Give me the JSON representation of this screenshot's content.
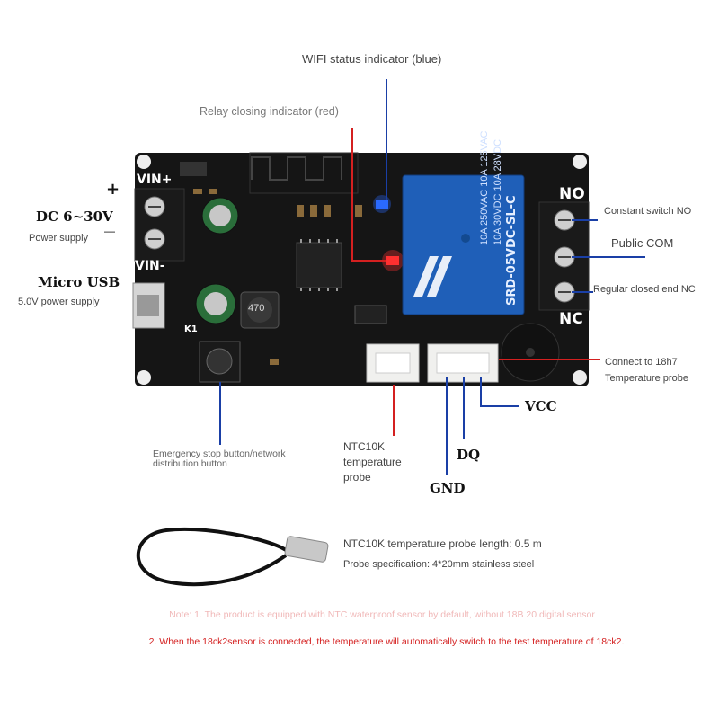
{
  "labels": {
    "wifi_indicator": "WIFI status indicator (blue)",
    "relay_indicator": "Relay closing indicator (red)",
    "plus": "+",
    "minus": "—",
    "dc_range": "DC 6~30V",
    "power_supply": "Power supply",
    "vin_plus": "VIN+",
    "vin_minus": "VIN-",
    "micro_usb": "Micro USB",
    "usb_power": "5.0V power supply",
    "k1": "K1",
    "no": "NO",
    "nc": "NC",
    "constant_switch": "Constant switch NO",
    "public_com": "Public COM",
    "regular_closed": "Regular closed end NC",
    "connect_probe_line1": "Connect to 18h7",
    "connect_probe_line2": "Temperature probe",
    "vcc": "VCC",
    "dq": "DQ",
    "gnd": "GND",
    "ntc_line1": "NTC10K",
    "ntc_line2": "temperature",
    "ntc_line3": "probe",
    "emergency_line1": "Emergency stop button/network",
    "emergency_line2": "distribution button",
    "probe_length": "NTC10K temperature probe length: 0.5 m",
    "probe_spec": "Probe specification: 4*20mm stainless steel",
    "note_1": "Note: 1. The product is equipped with NTC waterproof sensor by default, without 18B 20 digital sensor",
    "note_2": "2. When the 18ck2sensor is connected, the temperature will automatically switch to the test temperature of 18ck2."
  },
  "relay_markings": {
    "line1": "10A 250VAC  10A 125VAC",
    "line2": "10A 30VDC  10A 28VDC",
    "model": "SRD-05VDC-SL-C"
  },
  "inductor_marking": "470",
  "colors": {
    "board": "#151515",
    "relay": "#1f5fb8",
    "terminal": "#1a1a1a",
    "blue_line": "#1a3fa6",
    "red_line": "#d42020",
    "white_connector": "#f0f0ee",
    "note1_color": "#f0b8b8",
    "note2_color": "#d42020"
  }
}
